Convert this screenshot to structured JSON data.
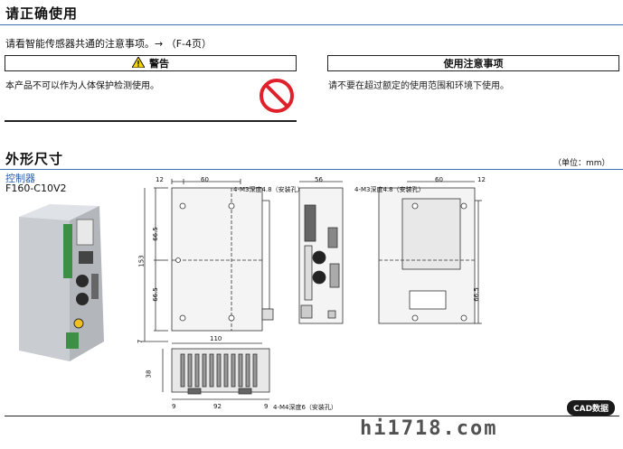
{
  "section1": {
    "title": "请正确使用",
    "instruction": "请看智能传感器共通的注意事项。→ （F-4页）"
  },
  "warning": {
    "header": "警告",
    "text": "本产品不可以作为人体保护检测使用。"
  },
  "caution": {
    "header": "使用注意事项",
    "text": "请不要在超过额定的使用范围和环境下使用。"
  },
  "section2": {
    "title": "外形尺寸",
    "unit": "（单位：mm）"
  },
  "product": {
    "category": "控制器",
    "model": "F160-C10V2"
  },
  "dimensions": {
    "top_width_left": "12",
    "front_width": "60",
    "side_width": "56",
    "back_width": "60",
    "back_right": "12",
    "height_total": "153",
    "height_upper": "66.5",
    "height_lower": "66.5",
    "height_base": "7",
    "bottom_width": "110",
    "bottom_height": "38",
    "bottom_left": "9",
    "bottom_span": "92",
    "bottom_right": "9",
    "back_right_height": "66.5"
  },
  "notes": {
    "front_hole": "4-M3深度4.8（安装孔）",
    "back_hole": "4-M3深度4.8（安装孔）",
    "bottom_hole": "4-M4深度6（安装孔）"
  },
  "cad_badge": "CAD数据",
  "watermark": "hi1718.com"
}
